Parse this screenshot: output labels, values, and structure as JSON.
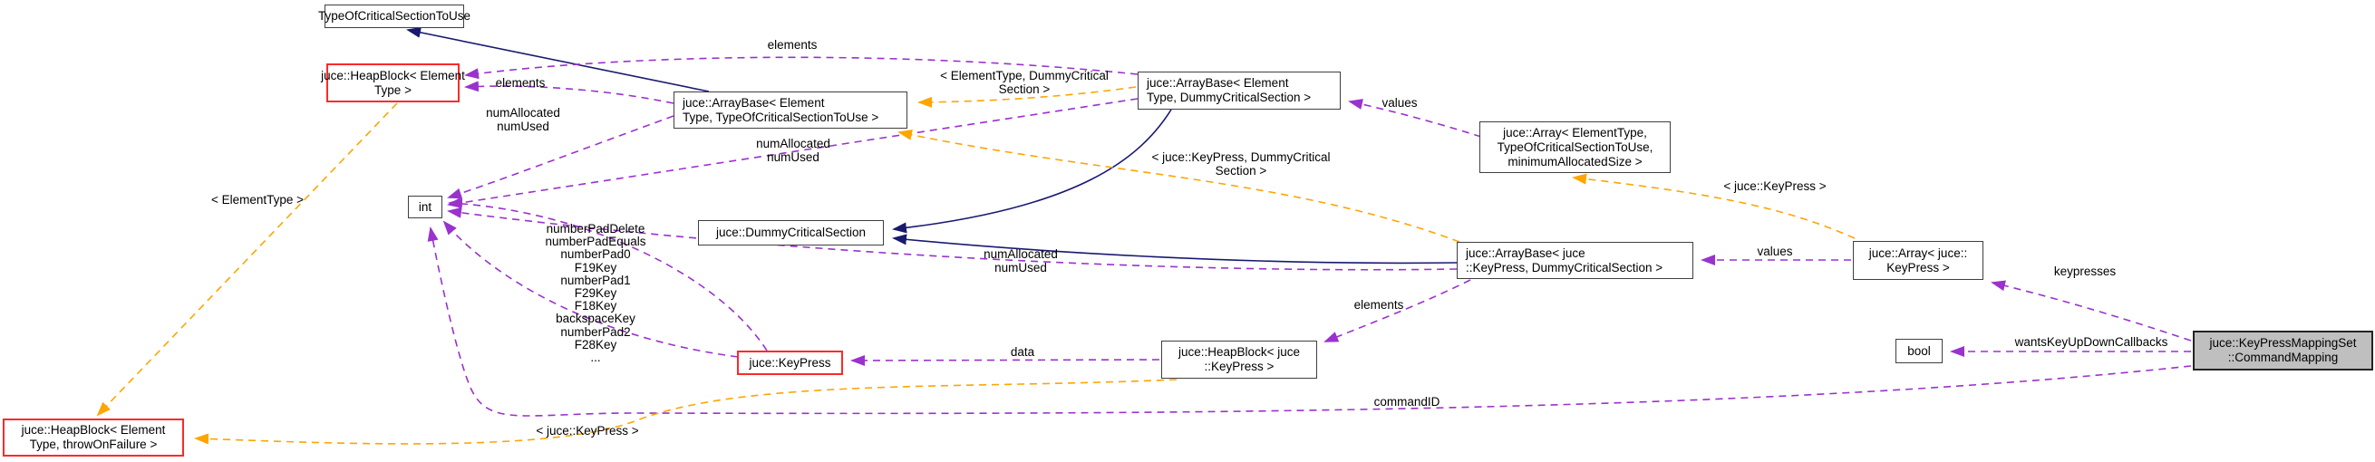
{
  "diagram_type": "doxygen-collaboration-graph",
  "colors": {
    "inheritance_edge": "#191970",
    "usage_edge": "#9a32cd",
    "template_edge": "#ffa500",
    "node_border": "#3f3f3f",
    "truncated_node_border": "#fb2a2a",
    "target_node_fill": "#bfbfbf",
    "background": "#ffffff"
  },
  "nodes": {
    "tocstu": {
      "lines": [
        "TypeOfCriticalSectionToUse"
      ]
    },
    "heapblock_et": {
      "lines": [
        "juce::HeapBlock< Element",
        "Type >"
      ]
    },
    "arraybase_et_tocstu": {
      "lines": [
        "juce::ArrayBase< Element",
        "Type, TypeOfCriticalSectionToUse >"
      ]
    },
    "arraybase_et_dummy": {
      "lines": [
        "juce::ArrayBase< Element",
        "Type, DummyCriticalSection >"
      ]
    },
    "array_et_min": {
      "lines": [
        "juce::Array< ElementType,",
        "TypeOfCriticalSectionToUse,",
        "minimumAllocatedSize >"
      ]
    },
    "int": {
      "lines": [
        "int"
      ]
    },
    "dummy_cs": {
      "lines": [
        "juce::DummyCriticalSection"
      ]
    },
    "arraybase_kp_dummy": {
      "lines": [
        "juce::ArrayBase< juce",
        "::KeyPress, DummyCriticalSection >"
      ]
    },
    "array_kp": {
      "lines": [
        "juce::Array< juce::",
        "KeyPress >"
      ]
    },
    "keypress": {
      "lines": [
        "juce::KeyPress"
      ]
    },
    "heapblock_kp": {
      "lines": [
        "juce::HeapBlock< juce",
        "::KeyPress >"
      ]
    },
    "bool": {
      "lines": [
        "bool"
      ]
    },
    "command_mapping": {
      "lines": [
        "juce::KeyPressMappingSet",
        "::CommandMapping"
      ]
    },
    "heapblock_throw": {
      "lines": [
        "juce::HeapBlock< Element",
        "Type, throwOnFailure >"
      ]
    }
  },
  "labels": {
    "elements_top": {
      "lines": [
        "elements"
      ]
    },
    "elements_left": {
      "lines": [
        "elements"
      ]
    },
    "num_a": {
      "lines": [
        "numAllocated",
        "numUsed"
      ]
    },
    "et_dummy": {
      "lines": [
        "< ElementType, DummyCritical",
        "Section >"
      ]
    },
    "values_1": {
      "lines": [
        "values"
      ]
    },
    "num_b": {
      "lines": [
        "numAllocated",
        "numUsed"
      ]
    },
    "kp_dummy": {
      "lines": [
        "< juce::KeyPress, DummyCritical",
        "Section >"
      ]
    },
    "kp_top": {
      "lines": [
        "< juce::KeyPress >"
      ]
    },
    "keypad_members": {
      "lines": [
        "numberPadDelete",
        "numberPadEquals",
        "numberPad0",
        "F19Key",
        "numberPad1",
        "F29Key",
        "F18Key",
        "backspaceKey",
        "numberPad2",
        "F28Key",
        "..."
      ]
    },
    "num_c": {
      "lines": [
        "numAllocated",
        "numUsed"
      ]
    },
    "values_2": {
      "lines": [
        "values"
      ]
    },
    "keypresses": {
      "lines": [
        "keypresses"
      ]
    },
    "elements_kp": {
      "lines": [
        "elements"
      ]
    },
    "data": {
      "lines": [
        "data"
      ]
    },
    "wants": {
      "lines": [
        "wantsKeyUpDownCallbacks"
      ]
    },
    "command_id": {
      "lines": [
        "commandID"
      ]
    },
    "kp_bottom": {
      "lines": [
        "< juce::KeyPress >"
      ]
    },
    "element_type": {
      "lines": [
        "< ElementType >"
      ]
    }
  },
  "edges": [
    {
      "from": "arraybase_et_tocstu",
      "to": "tocstu",
      "kind": "inheritance",
      "label": ""
    },
    {
      "from": "arraybase_et_dummy",
      "to": "dummy_cs",
      "kind": "inheritance",
      "label": ""
    },
    {
      "from": "arraybase_kp_dummy",
      "to": "dummy_cs",
      "kind": "inheritance",
      "label": ""
    },
    {
      "from": "arraybase_et_tocstu",
      "to": "heapblock_et",
      "kind": "usage",
      "label": "elements"
    },
    {
      "from": "arraybase_et_dummy",
      "to": "heapblock_et",
      "kind": "usage",
      "label": "elements"
    },
    {
      "from": "arraybase_et_tocstu",
      "to": "int",
      "kind": "usage",
      "label": "numAllocated numUsed"
    },
    {
      "from": "arraybase_et_dummy",
      "to": "int",
      "kind": "usage",
      "label": "numAllocated numUsed"
    },
    {
      "from": "arraybase_kp_dummy",
      "to": "int",
      "kind": "usage",
      "label": "numAllocated numUsed"
    },
    {
      "from": "array_et_min",
      "to": "arraybase_et_dummy",
      "kind": "usage",
      "label": "values"
    },
    {
      "from": "array_kp",
      "to": "arraybase_kp_dummy",
      "kind": "usage",
      "label": "values"
    },
    {
      "from": "arraybase_kp_dummy",
      "to": "heapblock_kp",
      "kind": "usage",
      "label": "elements"
    },
    {
      "from": "heapblock_kp",
      "to": "keypress",
      "kind": "usage",
      "label": "data"
    },
    {
      "from": "keypress",
      "to": "int",
      "kind": "usage",
      "label": "numberPadDelete numberPadEquals numberPad0 F19Key numberPad1 F29Key F18Key backspaceKey numberPad2 F28Key ..."
    },
    {
      "from": "command_mapping",
      "to": "array_kp",
      "kind": "usage",
      "label": "keypresses"
    },
    {
      "from": "command_mapping",
      "to": "bool",
      "kind": "usage",
      "label": "wantsKeyUpDownCallbacks"
    },
    {
      "from": "command_mapping",
      "to": "int",
      "kind": "usage",
      "label": "commandID"
    },
    {
      "from": "arraybase_et_dummy",
      "to": "arraybase_et_tocstu",
      "kind": "template",
      "label": "< ElementType, DummyCritical Section >"
    },
    {
      "from": "arraybase_kp_dummy",
      "to": "arraybase_et_tocstu",
      "kind": "template",
      "label": "< juce::KeyPress, DummyCritical Section >"
    },
    {
      "from": "array_kp",
      "to": "array_et_min",
      "kind": "template",
      "label": "< juce::KeyPress >"
    },
    {
      "from": "heapblock_et",
      "to": "heapblock_throw",
      "kind": "template",
      "label": "< ElementType >"
    },
    {
      "from": "heapblock_kp",
      "to": "heapblock_throw",
      "kind": "template",
      "label": "< juce::KeyPress >"
    }
  ]
}
